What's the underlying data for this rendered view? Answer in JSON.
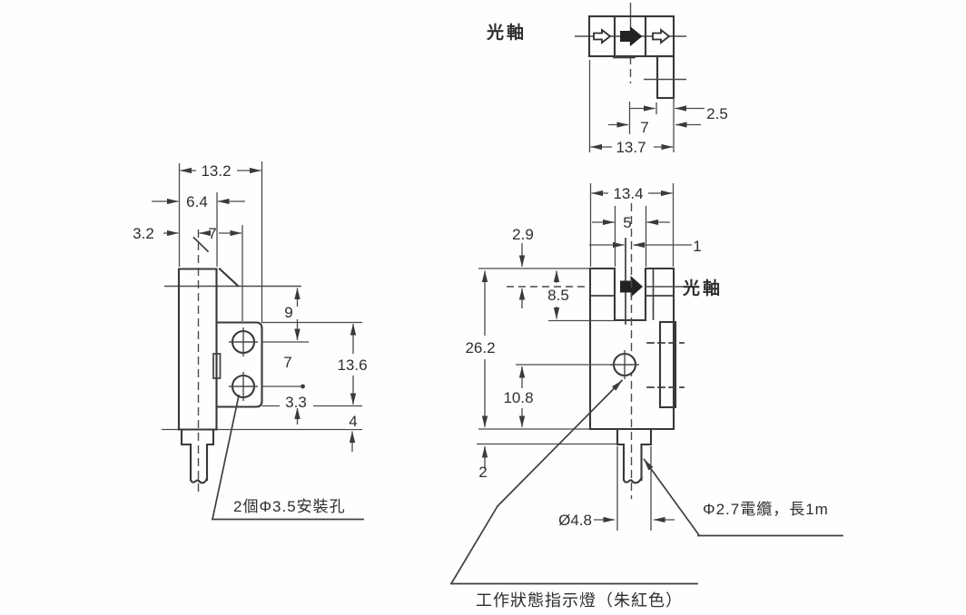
{
  "drawing": {
    "top_view": {
      "axis_label": "光軸",
      "dims": {
        "tab_width": "2.5",
        "center_to_right": "7",
        "total_depth": "13.7"
      }
    },
    "side_view": {
      "dims": {
        "total_depth": "13.2",
        "body_depth": "6.4",
        "front_to_axis": "3.2",
        "axis_to_hole_line": "7",
        "axis_to_hole1": "9",
        "hole_pitch": "7",
        "flange_height": "13.6",
        "hole2_to_flange_bottom": "3.3",
        "flange_bottom_to_body_bottom": "4"
      },
      "mounting_holes_note": "2個Φ3.5安裝孔"
    },
    "front_view": {
      "axis_label": "光軸",
      "dims": {
        "width": "13.4",
        "slot_width": "5",
        "top_to_axis": "2.9",
        "axis_offset": "1",
        "slot_depth": "8.5",
        "height": "26.2",
        "led_to_bottom": "10.8",
        "bottom_step": "2",
        "boot_diameter": "Ø4.8"
      },
      "cable_note": "Φ2.7電纜，長1m",
      "indicator_note": "工作狀態指示燈（朱紅色）"
    }
  }
}
